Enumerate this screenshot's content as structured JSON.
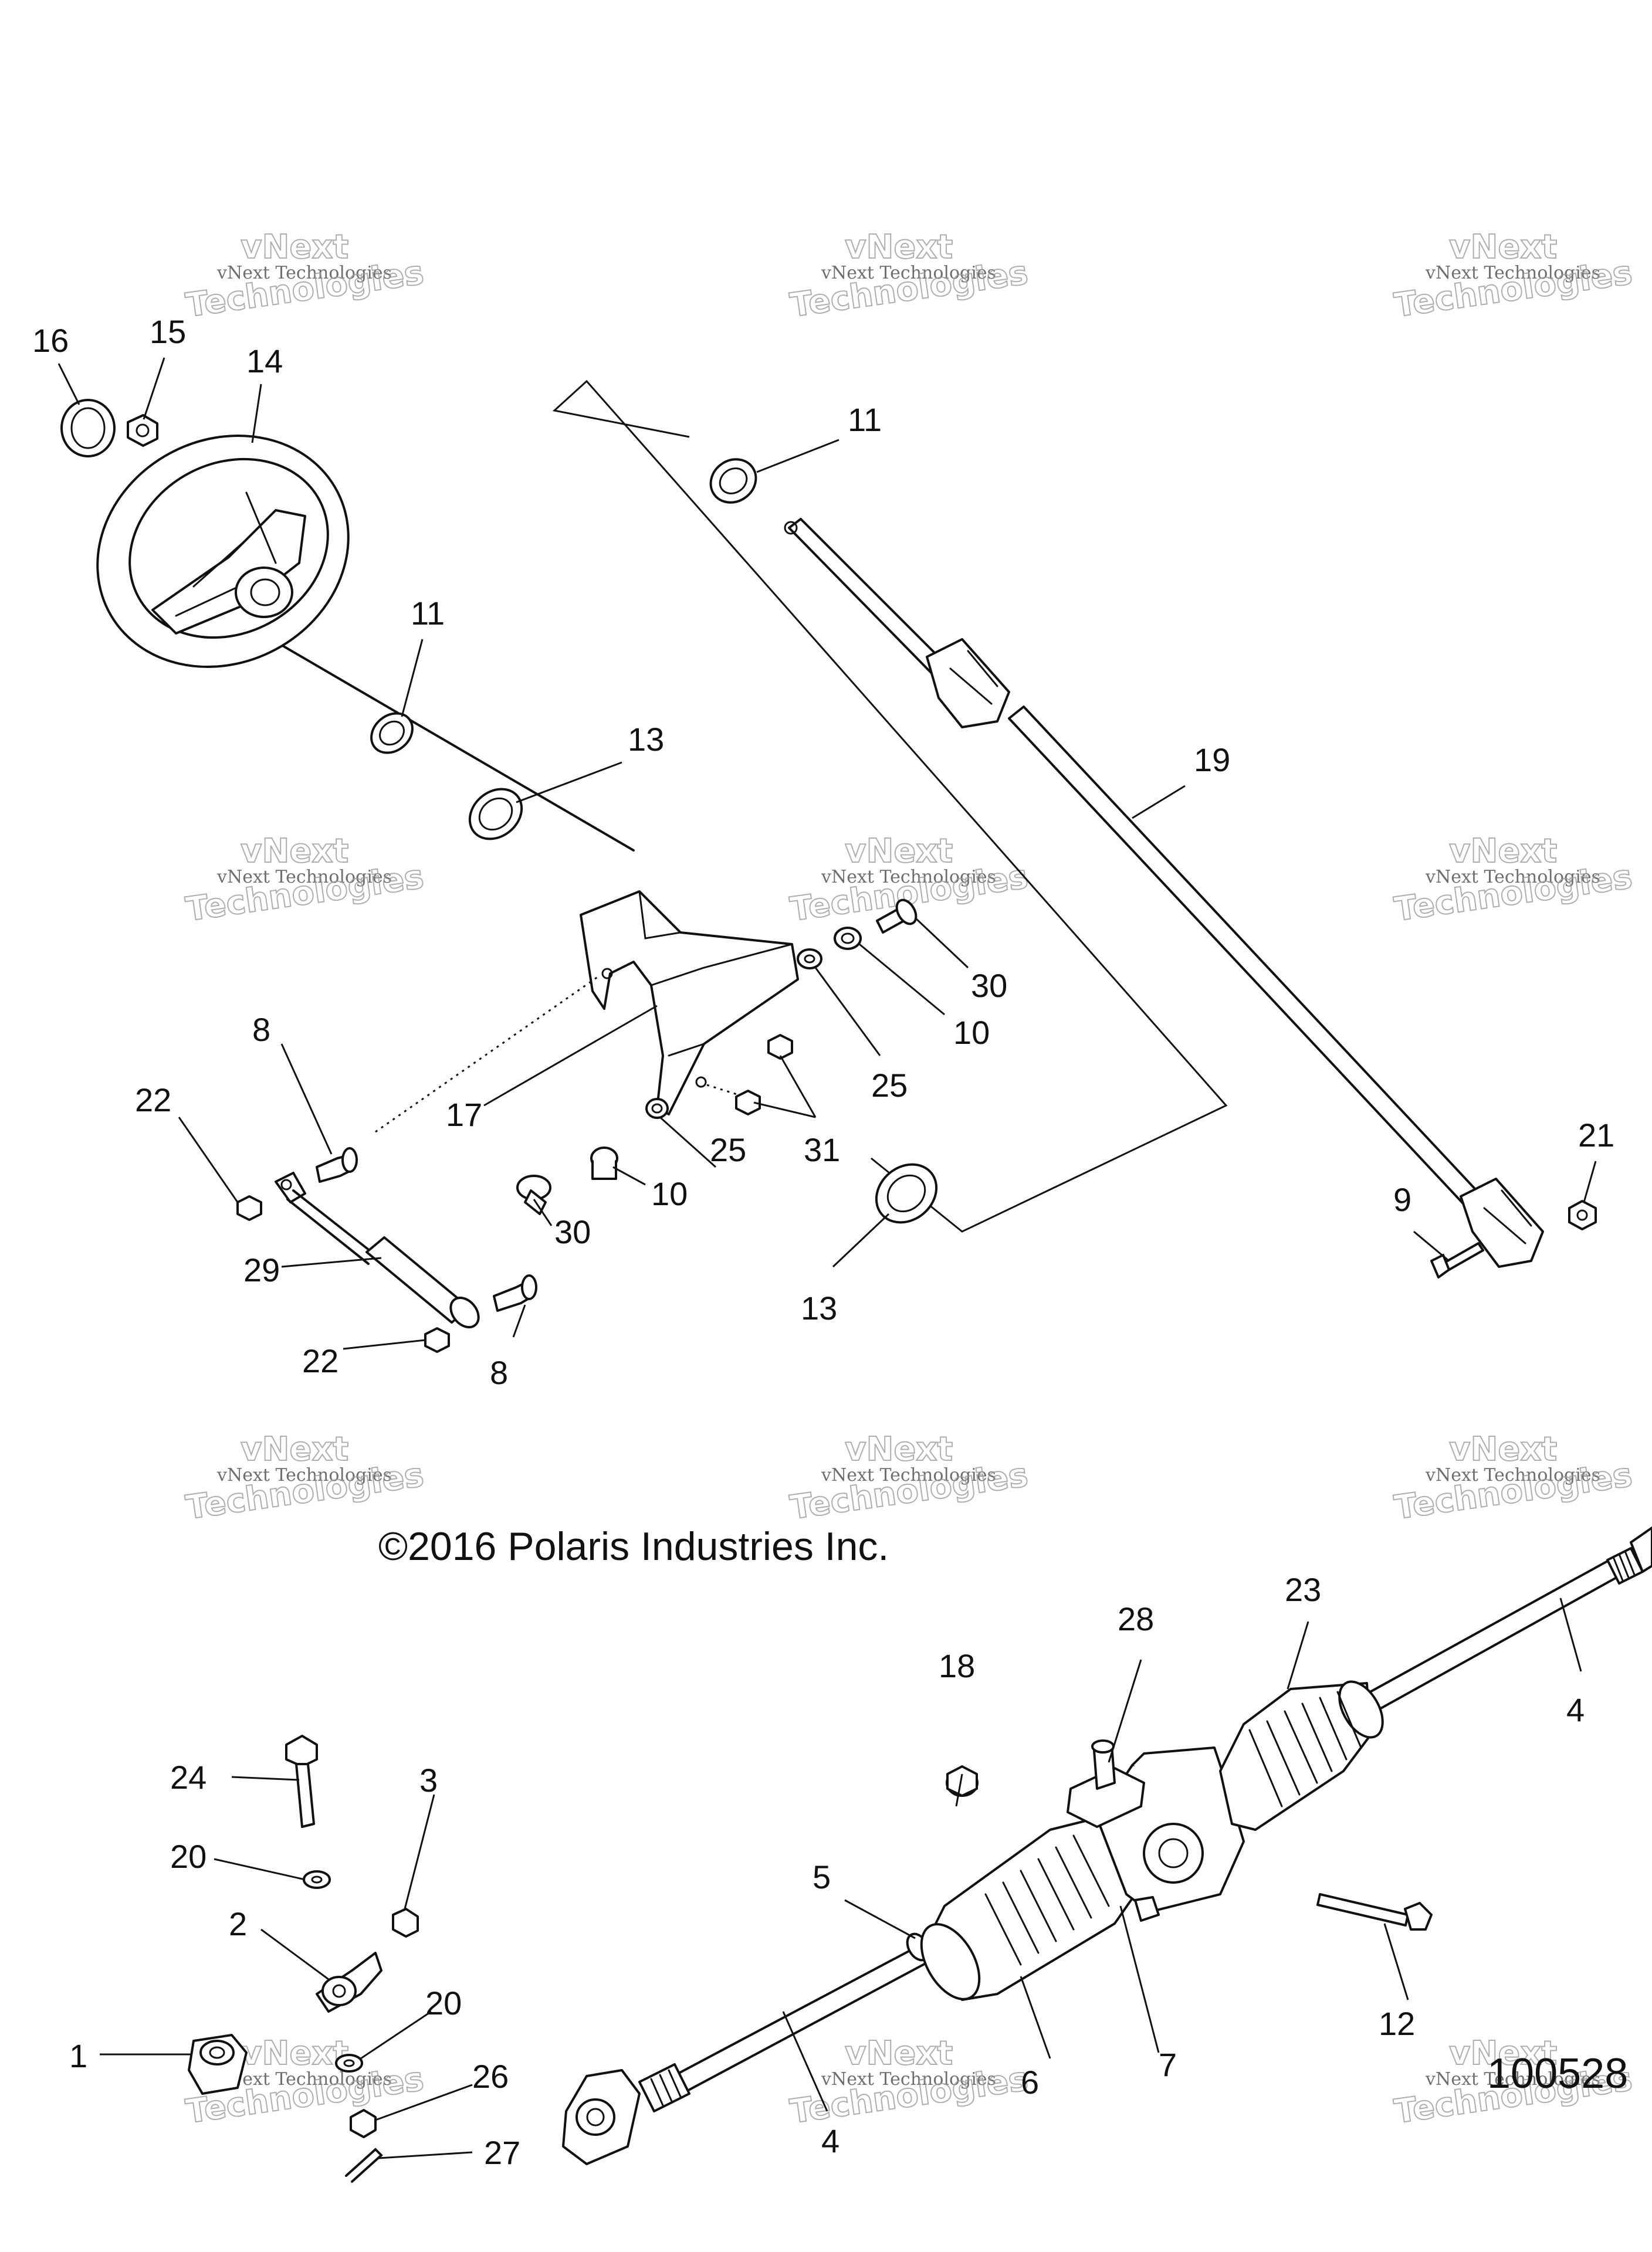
{
  "copyright": "©2016 Polaris Industries Inc.",
  "drawing_number": "100528",
  "watermark": {
    "line1": "vNext",
    "line2": "vNext Technologies",
    "line3": "Technologies"
  },
  "callouts": [
    {
      "id": "c1",
      "label": "1"
    },
    {
      "id": "c2",
      "label": "2"
    },
    {
      "id": "c3",
      "label": "3"
    },
    {
      "id": "c4a",
      "label": "4"
    },
    {
      "id": "c4b",
      "label": "4"
    },
    {
      "id": "c5",
      "label": "5"
    },
    {
      "id": "c6",
      "label": "6"
    },
    {
      "id": "c7",
      "label": "7"
    },
    {
      "id": "c8a",
      "label": "8"
    },
    {
      "id": "c8b",
      "label": "8"
    },
    {
      "id": "c9",
      "label": "9"
    },
    {
      "id": "c10a",
      "label": "10"
    },
    {
      "id": "c10b",
      "label": "10"
    },
    {
      "id": "c11a",
      "label": "11"
    },
    {
      "id": "c11b",
      "label": "11"
    },
    {
      "id": "c12",
      "label": "12"
    },
    {
      "id": "c13a",
      "label": "13"
    },
    {
      "id": "c13b",
      "label": "13"
    },
    {
      "id": "c14",
      "label": "14"
    },
    {
      "id": "c15",
      "label": "15"
    },
    {
      "id": "c16",
      "label": "16"
    },
    {
      "id": "c17",
      "label": "17"
    },
    {
      "id": "c18",
      "label": "18"
    },
    {
      "id": "c19",
      "label": "19"
    },
    {
      "id": "c20a",
      "label": "20"
    },
    {
      "id": "c20b",
      "label": "20"
    },
    {
      "id": "c21",
      "label": "21"
    },
    {
      "id": "c22a",
      "label": "22"
    },
    {
      "id": "c22b",
      "label": "22"
    },
    {
      "id": "c23",
      "label": "23"
    },
    {
      "id": "c24",
      "label": "24"
    },
    {
      "id": "c25a",
      "label": "25"
    },
    {
      "id": "c25b",
      "label": "25"
    },
    {
      "id": "c26",
      "label": "26"
    },
    {
      "id": "c27",
      "label": "27"
    },
    {
      "id": "c28",
      "label": "28"
    },
    {
      "id": "c29",
      "label": "29"
    },
    {
      "id": "c30a",
      "label": "30"
    },
    {
      "id": "c30b",
      "label": "30"
    },
    {
      "id": "c31",
      "label": "31"
    }
  ]
}
